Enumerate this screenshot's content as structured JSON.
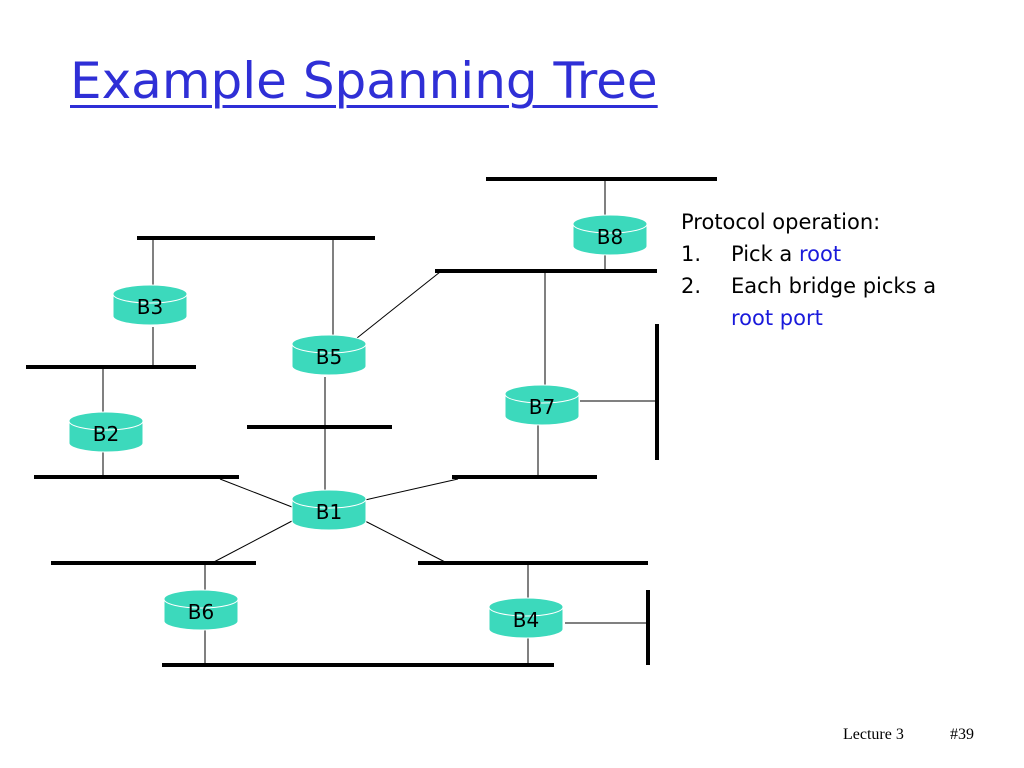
{
  "slide": {
    "title": "Example Spanning Tree",
    "footer": {
      "lecture": "Lecture 3",
      "page": "#39"
    }
  },
  "notes": {
    "heading": "Protocol operation:",
    "steps": [
      {
        "num": "1.",
        "text": "Pick a ",
        "highlight": "root",
        "rest": ""
      },
      {
        "num": "2.",
        "text": "Each bridge picks a ",
        "highlight": "root port",
        "rest": ""
      }
    ]
  },
  "diagram": {
    "bridges": [
      "B1",
      "B2",
      "B3",
      "B4",
      "B5",
      "B6",
      "B7",
      "B8"
    ],
    "bridge_color": "#3cd9bc",
    "bridge_stroke": "#ffffff"
  }
}
